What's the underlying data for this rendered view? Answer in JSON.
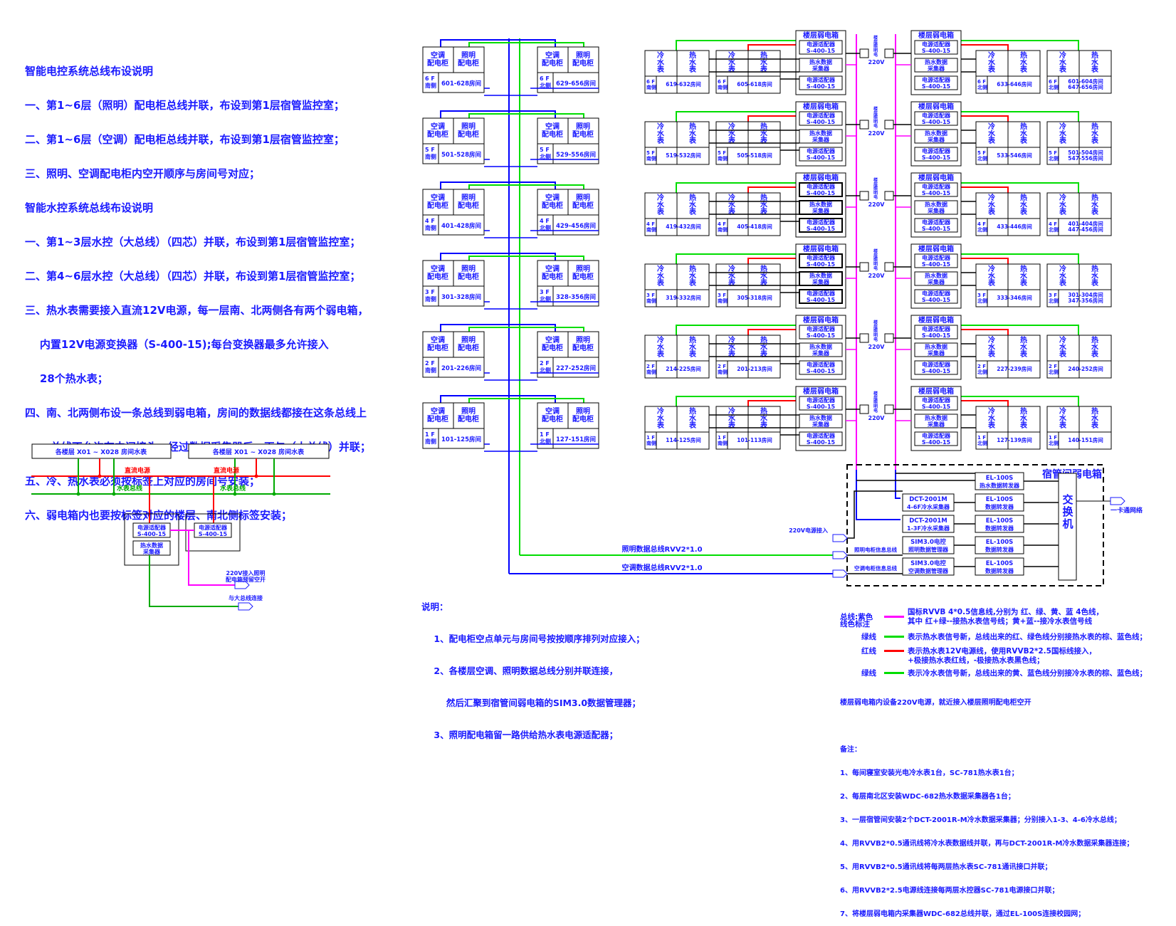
{
  "notes": {
    "lines": [
      "智能电控系统总线布设说明",
      "一、第1~6层（照明）配电柜总线并联，布设到第1层宿管监控室；",
      "二、第1~6层（空调）配电柜总线并联，布设到第1层宿管监控室；",
      "三、照明、空调配电柜内空开顺序与房间号对应；",
      "智能水控系统总线布设说明",
      "一、第1~3层水控（大总线）（四芯）并联，布设到第1层宿管监控室；",
      "二、第4~6层水控（大总线）（四芯）并联，布设到第1层宿管监控室；",
      "三、热水表需要接入直流12V电源，每一层南、北两侧各有两个弱电箱，",
      "    内置12V电源变换器（S-400-15);每台变换器最多允许接入",
      "    28个热水表；",
      "四、南、北两侧布设一条总线到弱电箱，房间的数据线都接在这条总线上",
      "    ，总线不允许有中间接头，经过数据采集器后，再与（大总线）并联；",
      "五、冷、热水表必须按标签上对应的房间号安装；",
      "六、弱电箱内也要按标签对应的楼层、南北侧标签安装；"
    ]
  },
  "small_diagram": {
    "box_left": "各楼层 X01 ~ X028 房间水表",
    "box_right": "各楼层 X01 ~ X028 房间水表",
    "dc_power": "直流电源",
    "meter_bus": "水表总线",
    "adapter": "电源适配器",
    "adapter_model": "S-400-15",
    "collector": "热水数据",
    "collector2": "采集器",
    "ac_note1": "220V接入照明",
    "ac_note2": "配电箱预留空开",
    "bus_link": "与大总线连接"
  },
  "cabinets": {
    "ac": "空调",
    "ac2": "配电柜",
    "light": "照明",
    "light2": "配电柜",
    "south": "南侧",
    "north": "北侧",
    "floors": [
      {
        "floor": "6 F",
        "south_rooms": "601-628房间",
        "north_rooms": "629-656房间"
      },
      {
        "floor": "5 F",
        "south_rooms": "501-528房间",
        "north_rooms": "529-556房间"
      },
      {
        "floor": "4 F",
        "south_rooms": "401-428房间",
        "north_rooms": "429-456房间"
      },
      {
        "floor": "3 F",
        "south_rooms": "301-328房间",
        "north_rooms": "328-356房间"
      },
      {
        "floor": "2 F",
        "south_rooms": "201-226房间",
        "north_rooms": "227-252房间"
      },
      {
        "floor": "1 F",
        "south_rooms": "101-125房间",
        "north_rooms": "127-151房间"
      }
    ]
  },
  "water": {
    "cold": [
      "冷",
      "水",
      "表"
    ],
    "hot": [
      "热",
      "水",
      "表"
    ],
    "weak_box": "楼层弱电箱",
    "adapter": "电源适配器",
    "model": "S-400-15",
    "collector": "热水数据",
    "collector2": "采集器",
    "mid_label": [
      "楼",
      "层",
      "照",
      "明",
      "电"
    ],
    "v220": "220V",
    "floors": [
      {
        "floor": "6 F",
        "r1": "619-632房间",
        "r2": "605-618房间",
        "r3": "633-646房间",
        "r4a": "601-604房间",
        "r4b": "647-656房间"
      },
      {
        "floor": "5 F",
        "r1": "519-532房间",
        "r2": "505-518房间",
        "r3": "533-546房间",
        "r4a": "501-504房间",
        "r4b": "547-556房间"
      },
      {
        "floor": "4 F",
        "r1": "419-432房间",
        "r2": "405-418房间",
        "r3": "433-446房间",
        "r4a": "401-404房间",
        "r4b": "447-456房间"
      },
      {
        "floor": "3 F",
        "r1": "319-332房间",
        "r2": "305-318房间",
        "r3": "333-346房间",
        "r4a": "301-304房间",
        "r4b": "347-356房间"
      },
      {
        "floor": "2 F",
        "r1": "214-225房间",
        "r2": "201-213房间",
        "r3": "227-239房间",
        "r4a": "240-252房间",
        "r4b": ""
      },
      {
        "floor": "1 F",
        "r1": "114-125房间",
        "r2": "101-113房间",
        "r3": "127-139房间",
        "r4a": "140-151房间",
        "r4b": ""
      }
    ]
  },
  "dorm_box": {
    "title": "宿管间弱电箱",
    "switch": [
      "交",
      "换",
      "机"
    ],
    "network": "一卡通网络",
    "el_model": "EL-100S",
    "el1": "热水数据转发器",
    "el_other": "数据转发器",
    "dct1": "DCT-2001M",
    "dct1b": "4-6F冷水采集器",
    "dct2": "DCT-2001M",
    "dct2b": "1-3F冷水采集器",
    "sim1": "SIM3.0电控",
    "sim1b": "照明数据管理器",
    "sim2": "SIM3.0电控",
    "sim2b": "空调数据管理器",
    "in220": "220V电源接入",
    "light_bus_in": "照明电柜信息总线",
    "ac_bus_in": "空调电柜信息总线",
    "light_bus": "照明数据总线RVV2*1.0",
    "ac_bus": "空调数据总线RVV2*1.0"
  },
  "mid_notes": {
    "lines": [
      "说明：",
      "    1、配电柜空点单元与房间号按按顺序排列对应接入；",
      "    2、各楼层空调、照明数据总线分别并联连接，",
      "        然后汇聚到宿管间弱电箱的SIM3.0数据管理器；",
      "    3、照明配电箱留一路供给热水表电源适配器；"
    ]
  },
  "legend": {
    "title": "线色标注",
    "purple_label": "总线:紫色",
    "purple_text1": "国标RVVB 4*0.5信息线,分别为 红、绿、黄、蓝 4色线，",
    "purple_text2": "其中 红+绿--接热水表信号线；黄+蓝--接冷水表信号线",
    "green1_label": "绿线",
    "green1_text": "表示热水表信号新，总线出来的红、绿色线分别接热水表的棕、蓝色线；",
    "red_label": "红线",
    "red_text1": "表示热水表12V电源线，使用RVVB2*2.5国标线接入，",
    "red_text2": "+极接热水表红线，-极接热水表黑色线；",
    "green2_label": "绿线",
    "green2_text": "表示冷水表信号新，总线出来的黄、蓝色线分别接冷水表的棕、蓝色线；",
    "colors": {
      "purple": "#ff00ff",
      "green": "#00dd00",
      "red": "#ff0000",
      "blue": "#0000ff"
    }
  },
  "bottom_notes": {
    "lines": [
      "楼层弱电箱内设备220V电源，就近接入楼层照明配电柜空开",
      "",
      "备注：",
      "1、每间寝室安装光电冷水表1台，SC-781热水表1台；",
      "2、每层南北区安装WDC-682热水数据采集器各1台；",
      "3、一层宿管间安装2个DCT-2001R-M冷水数据采集器；分别接入1-3、4-6冷水总线；",
      "4、用RVVB2*0.5通讯线将冷水表数据线并联，再与DCT-2001R-M冷水数据采集器连接；",
      "5、用RVVB2*0.5通讯线将每两层热水表SC-781通讯接口并联；",
      "6、用RVVB2*2.5电源线连接每两层水控器SC-781电源接口并联；",
      "7、将楼层弱电箱内采集器WDC-682总线并联，通过EL-100S连接校园网；"
    ]
  }
}
